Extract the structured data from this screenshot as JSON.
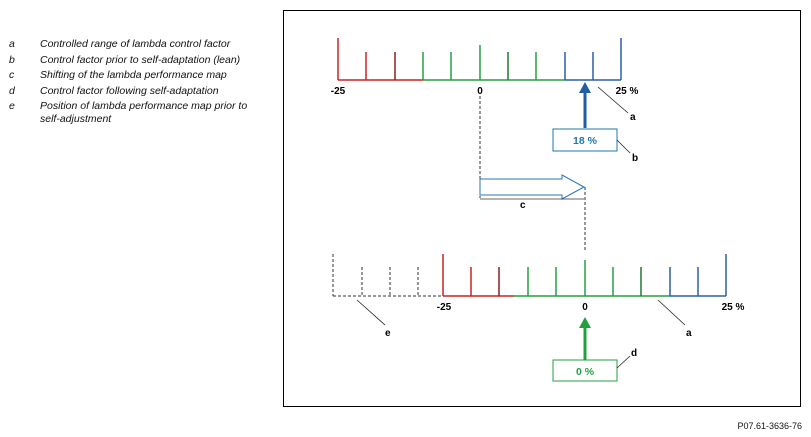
{
  "legend": [
    {
      "key": "a",
      "text": "Controlled range of lambda control factor"
    },
    {
      "key": "b",
      "text": "Control factor prior to self-adaptation (lean)"
    },
    {
      "key": "c",
      "text": "Shifting of the lambda performance map"
    },
    {
      "key": "d",
      "text": "Control factor following self-adaptation"
    },
    {
      "key": "e",
      "text": "Position of lambda performance map prior to self-adjustment"
    }
  ],
  "diagram": {
    "top_scale": {
      "min_label": "-25",
      "mid_label": "0",
      "max_label": "25 %"
    },
    "bottom_scale": {
      "min_label": "-25",
      "mid_label": "0",
      "max_label": "25 %"
    },
    "value_before": "18 %",
    "value_after": "0 %",
    "callouts": {
      "a_top": "a",
      "b": "b",
      "c": "c",
      "a_bottom": "a",
      "d": "d",
      "e": "e"
    }
  },
  "colors": {
    "red": "#cc2222",
    "green": "#22a040",
    "blue": "#2a5fa8",
    "dark": "#333333",
    "box_blue_text": "#1f7aa8",
    "box_green_text": "#22a040"
  },
  "reference": "P07.61-3636-76"
}
